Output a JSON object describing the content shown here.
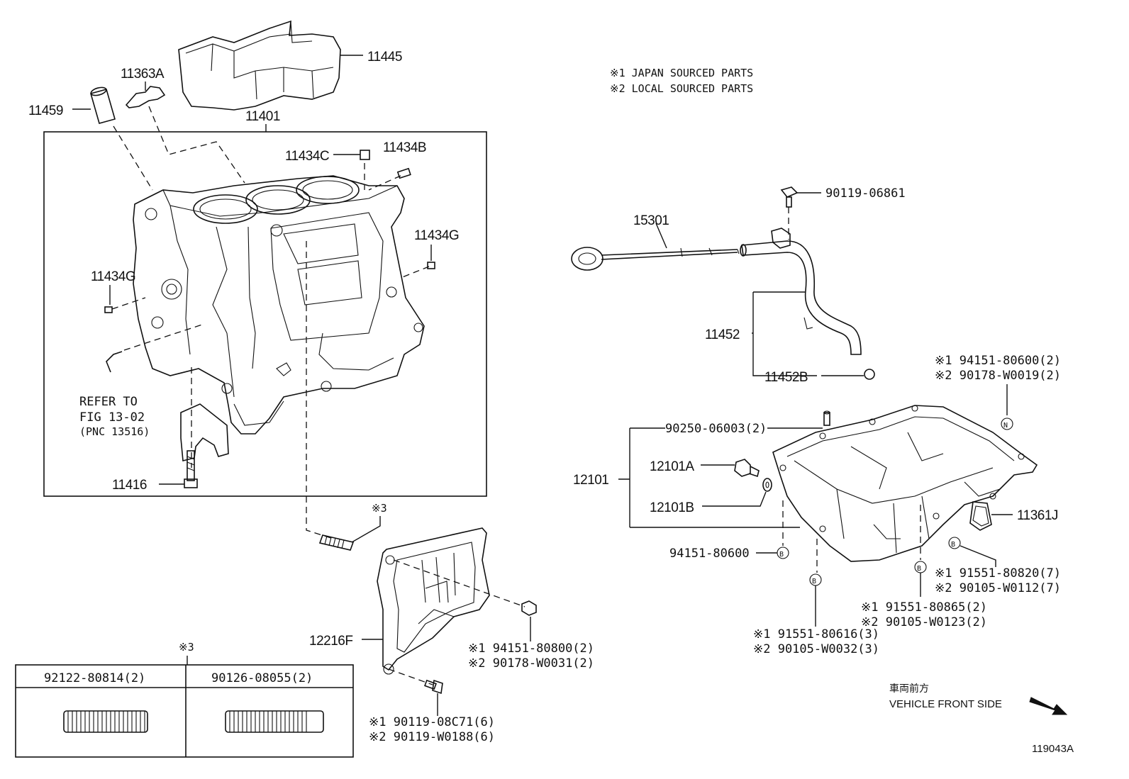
{
  "notes": {
    "japan": "※1  JAPAN SOURCED PARTS",
    "local": "※2  LOCAL SOURCED PARTS"
  },
  "labels": {
    "p11445": "11445",
    "p11363A": "11363A",
    "p11459": "11459",
    "p11401": "11401",
    "p11434C": "11434C",
    "p11434B": "11434B",
    "p11434G_right": "11434G",
    "p11434G_left": "11434G",
    "refer_line1": "REFER TO",
    "refer_line2": "FIG 13-02",
    "refer_line3": "(PNC 13516)",
    "p11416": "11416",
    "p15301": "15301",
    "p90119_06861": "90119-06861",
    "p11452": "11452",
    "p11452B": "11452B",
    "pan_gasket_1": "※1 94151-80600(2)",
    "pan_gasket_2": "※2 90178-W0019(2)",
    "p90250": "90250-06003(2)",
    "p12101A": "12101A",
    "p12101": "12101",
    "p12101B": "12101B",
    "p11361J": "11361J",
    "p94151_80600": "94151-80600",
    "b1_1": "※1 91551-80820(7)",
    "b1_2": "※2 90105-W0112(7)",
    "b2_1": "※1 91551-80865(2)",
    "b2_2": "※2 90105-W0123(2)",
    "b3_1": "※1  91551-80616(3)",
    "b3_2": "※2  90105-W0032(3)",
    "mark3_top": "※3",
    "p12216F": "12216F",
    "nut_1": "※1 94151-80800(2)",
    "nut_2": "※2 90178-W0031(2)",
    "bolt_1": "※1  90119-08C71(6)",
    "bolt_2": "※2  90119-W0188(6)",
    "mark3_table": "※3",
    "front_jp": "車両前方",
    "front_en": "VEHICLE FRONT SIDE",
    "figure_id": "119043A",
    "circle_b": "B",
    "circle_n": "N"
  },
  "stud_table": {
    "col1": "92122-80814(2)",
    "col2": "90126-08055(2)"
  }
}
